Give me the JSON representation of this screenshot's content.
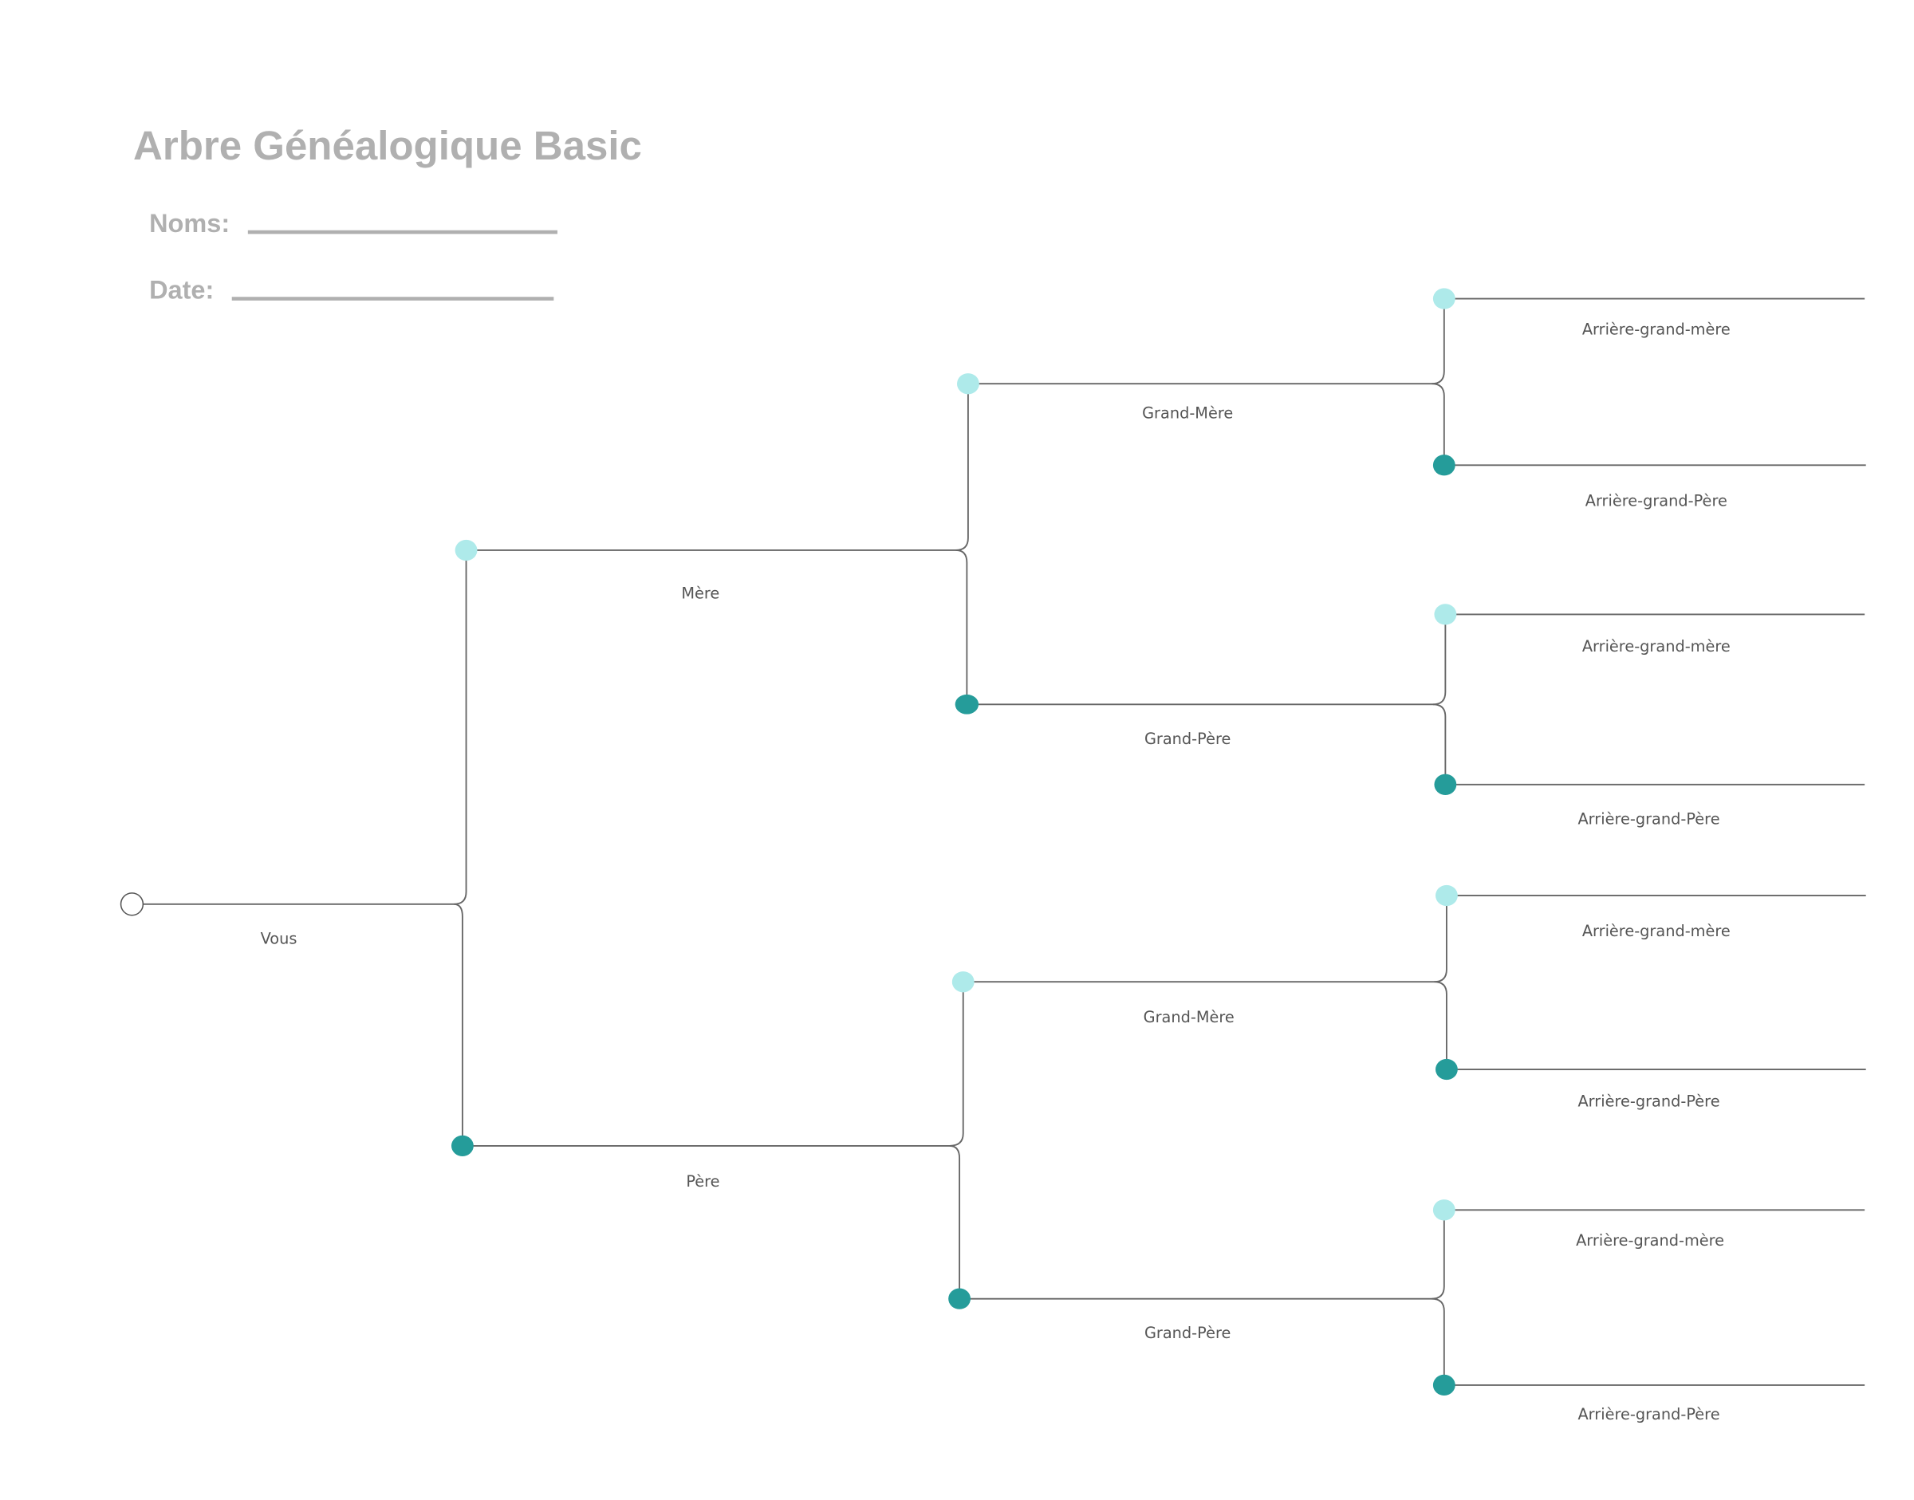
{
  "header": {
    "title": "Arbre Généalogique Basic",
    "names_label": "Noms:",
    "date_label": "Date:",
    "names_value": "",
    "date_value": ""
  },
  "tree": {
    "you": "Vous",
    "mother": "Mère",
    "father": "Père",
    "maternal_grandmother": "Grand-Mère",
    "maternal_grandfather": "Grand-Père",
    "paternal_grandmother": "Grand-Mère",
    "paternal_grandfather": "Grand-Père",
    "great": [
      "Arrière-grand-mère",
      "Arrière-grand-Père",
      "Arrière-grand-mère",
      "Arrière-grand-Père",
      "Arrière-grand-mère",
      "Arrière-grand-Père",
      "Arrière-grand-mère",
      "Arrière-grand-Père"
    ]
  },
  "colors": {
    "female_node": "#aeeaea",
    "male_node": "#259c9a",
    "line": "#666666",
    "heading": "#b0b0b0"
  }
}
